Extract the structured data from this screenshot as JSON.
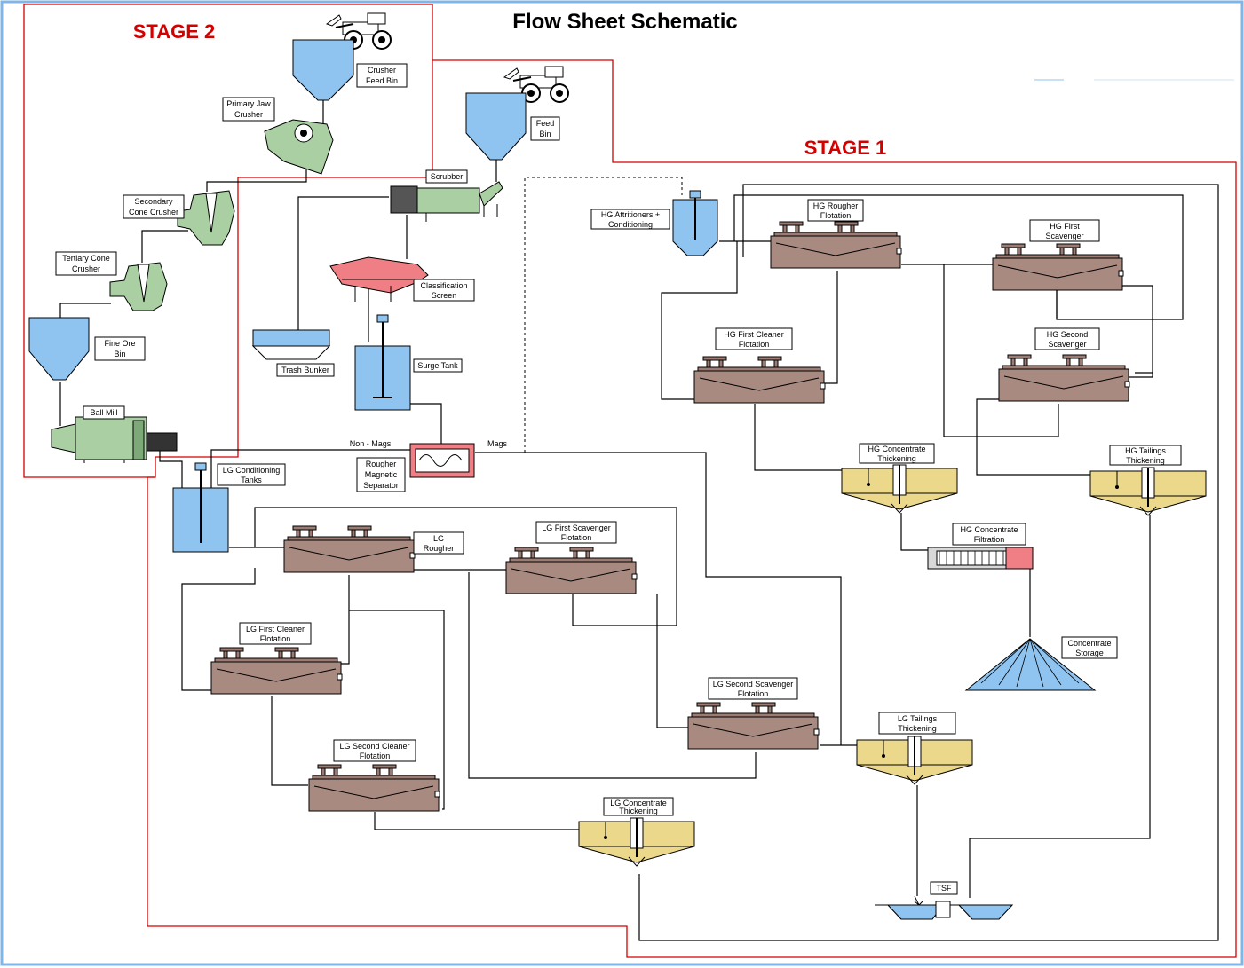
{
  "title": "Flow Sheet Schematic",
  "stages": {
    "stage1": "STAGE 1",
    "stage2": "STAGE 2"
  },
  "labels": {
    "crusher_feed_bin": [
      "Crusher",
      "Feed Bin"
    ],
    "primary_jaw_crusher": [
      "Primary Jaw",
      "Crusher"
    ],
    "secondary_cone_crusher": [
      "Secondary",
      "Cone Crusher"
    ],
    "tertiary_cone_crusher": [
      "Tertiary Cone",
      "Crusher"
    ],
    "fine_ore_bin": [
      "Fine Ore",
      "Bin"
    ],
    "ball_mill": [
      "Ball Mill"
    ],
    "feed_bin": [
      "Feed",
      "Bin"
    ],
    "scrubber": [
      "Scrubber"
    ],
    "classification_screen": [
      "Classification",
      "Screen"
    ],
    "trash_bunker": [
      "Trash Bunker"
    ],
    "surge_tank": [
      "Surge Tank"
    ],
    "rougher_magnetic_separator": [
      "Rougher",
      "Magnetic",
      "Separator"
    ],
    "non_mags": "Non - Mags",
    "mags": "Mags",
    "lg_conditioning_tanks": [
      "LG Conditioning",
      "Tanks"
    ],
    "lg_rougher": [
      "LG",
      "Rougher"
    ],
    "lg_first_scavenger": [
      "LG First Scavenger",
      "Flotation"
    ],
    "lg_first_cleaner": [
      "LG First Cleaner",
      "Flotation"
    ],
    "lg_second_cleaner": [
      "LG Second Cleaner",
      "Flotation"
    ],
    "lg_second_scavenger": [
      "LG Second Scavenger",
      "Flotation"
    ],
    "lg_concentrate_thickening": [
      "LG Concentrate",
      "Thickening"
    ],
    "lg_tailings_thickening": [
      "LG Tailings",
      "Thickening"
    ],
    "hg_attritioners": [
      "HG Attritioners +",
      "Conditioning"
    ],
    "hg_rougher": [
      "HG Rougher",
      "Flotation"
    ],
    "hg_first_scavenger": [
      "HG First",
      "Scavenger"
    ],
    "hg_first_cleaner": [
      "HG First Cleaner",
      "Flotation"
    ],
    "hg_second_scavenger": [
      "HG Second",
      "Scavenger"
    ],
    "hg_concentrate_thickening": [
      "HG Concentrate",
      "Thickening"
    ],
    "hg_tailings_thickening": [
      "HG Tailings",
      "Thickening"
    ],
    "hg_concentrate_filtration": [
      "HG Concentrate",
      "Filtration"
    ],
    "concentrate_storage": [
      "Concentrate",
      "Storage"
    ],
    "tsf": [
      "TSF"
    ]
  },
  "colors": {
    "stage_border": "#d40000",
    "bins_tanks": "#8fc3f0",
    "crushers_mill": "#a9cfa2",
    "flotation_cells": "#a88a80",
    "thickeners": "#ecd88a",
    "screens_separators": "#ef7f85",
    "frame_border": "#7fb6e8"
  }
}
